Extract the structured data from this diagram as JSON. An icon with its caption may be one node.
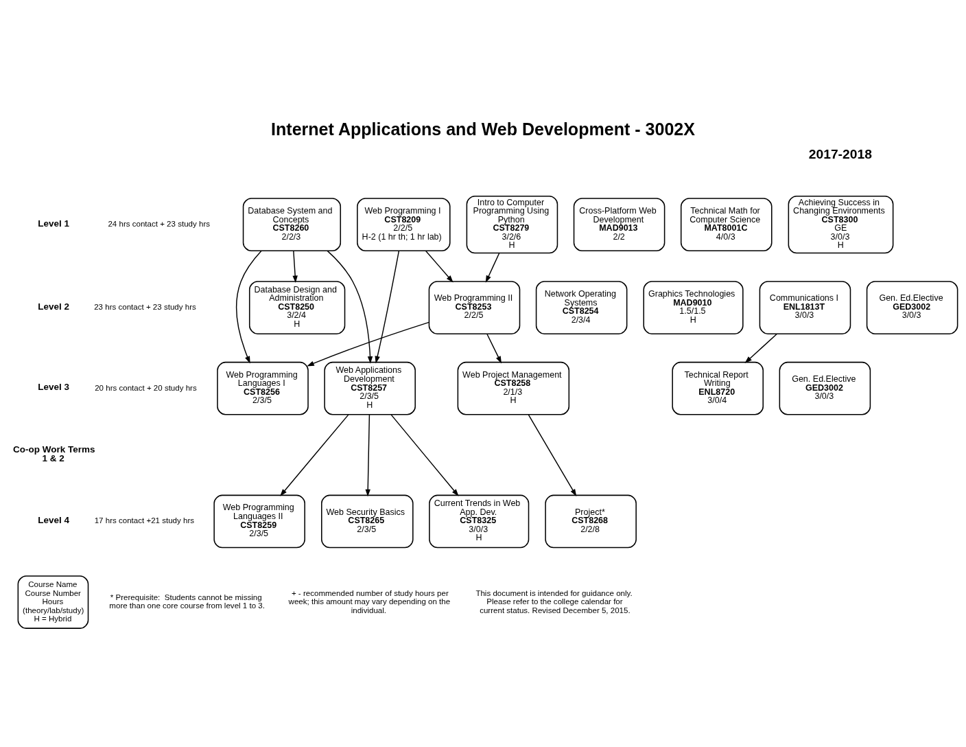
{
  "diagram": {
    "title": "Internet Applications and Web Development - 3002X",
    "nodes": [
      {
        "text": [
          "Database System and Concepts",
          "CST8260",
          "2/2/3"
        ]
      },
      {
        "text": [
          "Web Programming I",
          "CST8209",
          "2/2/5",
          "H-2 (1 hr th; 1 hr lab)"
        ]
      },
      {
        "text": [
          "Intro to Computer Programming Using Python",
          "CST8279",
          "3/2/6",
          "H"
        ]
      },
      {
        "text": [
          "Cross-Platform Web Development",
          "MAD9013",
          "2/2"
        ]
      },
      {
        "text": [
          "Technical Math for Computer Science",
          "MAT8001C",
          "4/0/3"
        ]
      },
      {
        "text": [
          "Achieving Success in Changing Environments",
          "CST8300",
          "GE",
          "3/0/3",
          "H"
        ]
      },
      {
        "text": [
          "Database Design and Administration",
          "CST8250",
          "3/2/4",
          "H"
        ]
      },
      {
        "text": [
          "Web Programming II",
          "CST8253",
          "2/2/5"
        ]
      },
      {
        "text": [
          "Network Operating Systems",
          "CST8254",
          "2/3/4"
        ]
      },
      {
        "text": [
          "Graphics Technologies",
          "MAD9010",
          "1.5/1.5",
          "H"
        ]
      },
      {
        "text": [
          "Communications I",
          "ENL1813T",
          "3/0/3"
        ]
      },
      {
        "text": [
          "Gen. Ed.Elective",
          "GED3002",
          "3/0/3"
        ]
      },
      {
        "text": [
          "Web Programming Languages I",
          "CST8256",
          "2/3/5"
        ]
      },
      {
        "text": [
          "Web Applications Development",
          "CST8257",
          "2/3/5",
          "H"
        ]
      },
      {
        "text": [
          "Web Project Management",
          "CST8258",
          "2/1/3",
          "H"
        ]
      },
      {
        "text": [
          "Technical Report Writing",
          "ENL8720",
          "3/0/4"
        ]
      },
      {
        "text": [
          "Gen. Ed.Elective",
          "GED3002",
          "3/0/3"
        ]
      },
      {
        "text": [
          "Web Programming Languages II",
          "CST8259",
          "2/3/5"
        ]
      },
      {
        "text": [
          "Web Security Basics",
          "CST8265",
          "2/3/5"
        ]
      },
      {
        "text": [
          "Current Trends in Web App. Dev.",
          "CST8325",
          "3/0/3",
          "H"
        ]
      },
      {
        "text": [
          "Project*",
          "CST8268",
          "2/2/8"
        ]
      },
      {
        "text": [
          "Course Name",
          "Course Number",
          "Hours",
          "(theory/lab/study)",
          "H = Hybrid"
        ]
      }
    ],
    "edges": [
      {
        "from": 0,
        "to": 6,
        "arrow": "to"
      },
      {
        "from": 0,
        "to": 12,
        "arrow": "to"
      },
      {
        "from": 0,
        "to": 13,
        "arrow": "to"
      },
      {
        "from": 1,
        "to": 13,
        "arrow": "to"
      },
      {
        "from": 1,
        "to": 7,
        "arrow": "to"
      },
      {
        "from": 2,
        "to": 7,
        "arrow": "to"
      },
      {
        "from": 7,
        "to": 12,
        "arrow": "to"
      },
      {
        "from": 7,
        "to": 14,
        "arrow": "to"
      },
      {
        "from": 10,
        "to": 15,
        "arrow": "to"
      },
      {
        "from": 13,
        "to": 17,
        "arrow": "to"
      },
      {
        "from": 13,
        "to": 18,
        "arrow": "to"
      },
      {
        "from": 13,
        "to": 19,
        "arrow": "to"
      },
      {
        "from": 14,
        "to": 20,
        "arrow": "to"
      }
    ],
    "labels": [
      "2017-2018",
      "Level 1",
      "24 hrs contact + 23 study hrs",
      "Level 2",
      "23 hrs contact + 23 study hrs",
      "Level 3",
      "20 hrs contact + 20 study hrs",
      "Co-op Work Terms 1 & 2",
      "Level 4",
      "17 hrs contact +21 study hrs",
      "* Prerequisite:  Students cannot be missing more than one core course from level 1 to 3.",
      "+ - recommended number of study hours per week; this amount may vary depending on the individual.",
      "This document is intended for guidance only. Please refer to the college calendar for current status. Revised December 5, 2015."
    ]
  }
}
